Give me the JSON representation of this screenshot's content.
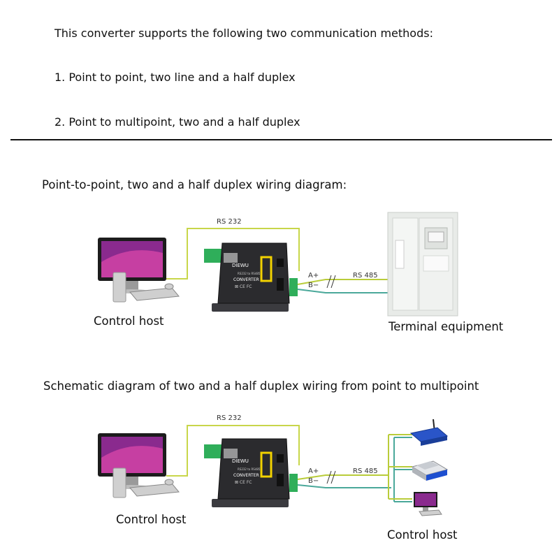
{
  "intro": {
    "line1": "This converter supports the following two communication methods:",
    "line2": "1. Point to point, two line and a half duplex",
    "line3": "2. Point to multipoint, two and a half duplex"
  },
  "section1": {
    "title": "Point-to-point, two and a half duplex wiring diagram:",
    "rs232_label": "RS 232",
    "rs485_label": "RS 485",
    "a_label": "A+",
    "b_label": "B−",
    "host_caption": "Control host",
    "terminal_caption": "Terminal equipment"
  },
  "section2": {
    "title": "Schematic diagram of two and a half duplex wiring from point to multipoint",
    "rs232_label": "RS 232",
    "rs485_label": "RS 485",
    "a_label": "A+",
    "b_label": "B−",
    "host_caption": "Control host",
    "remote_caption": "Control host"
  },
  "converter": {
    "brand": "DIEWU",
    "model_line": "RS232 to RS485",
    "product": "CONVERTER",
    "marks": "⊠ CE FC"
  },
  "colors": {
    "rs232_wire": "#c8d64a",
    "rs485_wire_a": "#b9cc3a",
    "rs485_wire_b": "#4aa89a",
    "converter_body": "#2b2b2e",
    "converter_accent": "#f2d200",
    "terminal_block": "#2fae5a"
  }
}
